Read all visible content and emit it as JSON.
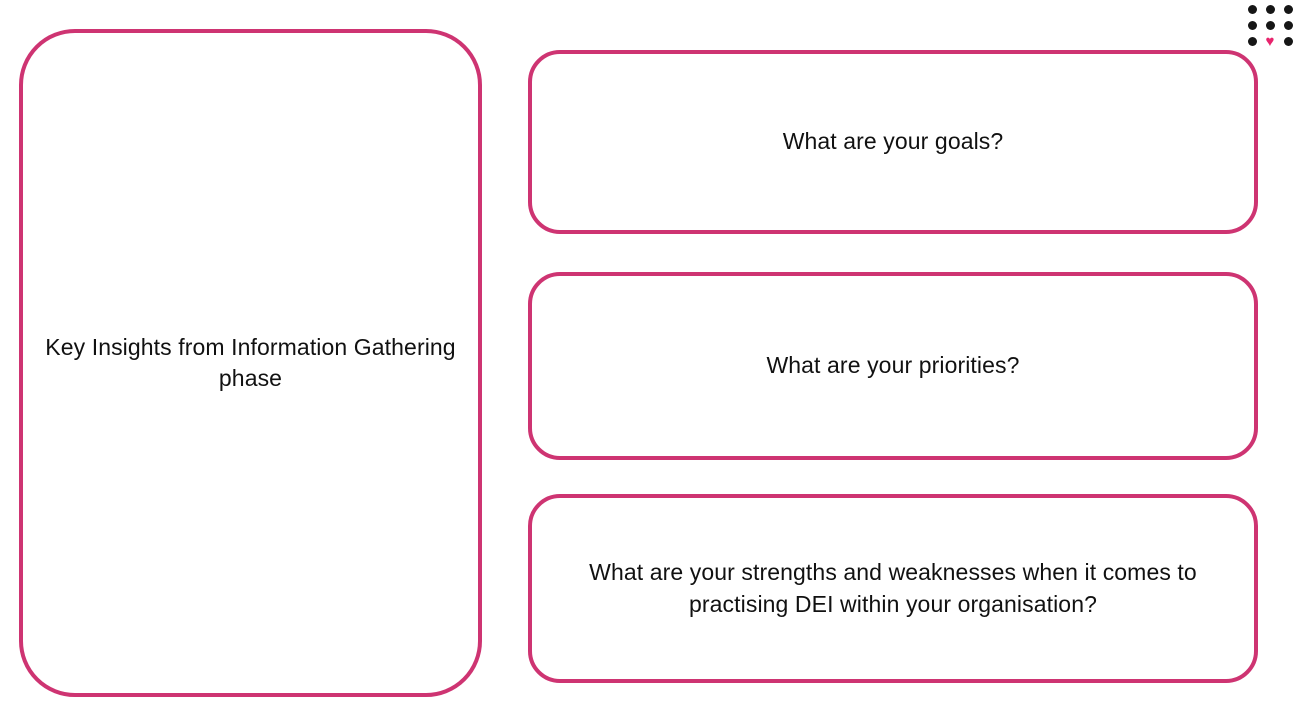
{
  "canvas": {
    "background": "#ffffff",
    "accent_color": "#ce3472",
    "text_color": "#111111"
  },
  "decoration": {
    "dots_color": "#161616",
    "heart_color": "#e8246d",
    "heart_icon": "♥"
  },
  "left_panel": {
    "title": "Key Insights from Information Gathering phase"
  },
  "question_boxes": [
    {
      "label": "What are your goals?"
    },
    {
      "label": "What are your priorities?"
    },
    {
      "label": "What are your strengths and weaknesses when it comes to practising DEI within your organisation?"
    }
  ]
}
